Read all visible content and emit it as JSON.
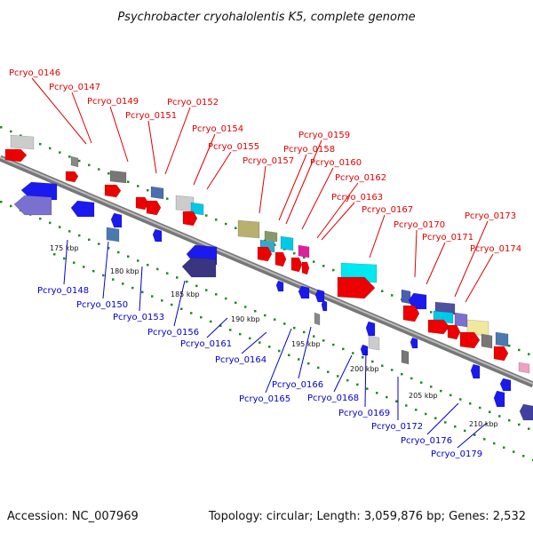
{
  "title": "Psychrobacter cryohalolentis K5, complete genome",
  "footer": {
    "accession": "Accession: NC_007969",
    "summary": "Topology: circular; Length: 3,059,876 bp; Genes: 2,532"
  },
  "colors": {
    "forward_strand": "#ee0000",
    "reverse_strand": "#1a1aee",
    "forward_label": "#e00000",
    "reverse_label": "#0000cc",
    "backbone": "#888888",
    "scale_dots": "#228b22"
  },
  "scale_ticks": [
    "175 kbp",
    "180 kbp",
    "185 kbp",
    "190 kbp",
    "195 kbp",
    "200 kbp",
    "205 kbp",
    "210 kbp"
  ],
  "top_labels": [
    "Pcryo_0146",
    "Pcryo_0147",
    "Pcryo_0149",
    "Pcryo_0151",
    "Pcryo_0152",
    "Pcryo_0154",
    "Pcryo_0155",
    "Pcryo_0157",
    "Pcryo_0158",
    "Pcryo_0159",
    "Pcryo_0160",
    "Pcryo_0162",
    "Pcryo_0163",
    "Pcryo_0167",
    "Pcryo_0170",
    "Pcryo_0171",
    "Pcryo_0173",
    "Pcryo_0174"
  ],
  "bottom_labels": [
    "Pcryo_0148",
    "Pcryo_0150",
    "Pcryo_0153",
    "Pcryo_0156",
    "Pcryo_0161",
    "Pcryo_0164",
    "Pcryo_0165",
    "Pcryo_0166",
    "Pcryo_0168",
    "Pcryo_0169",
    "Pcryo_0172",
    "Pcryo_0176",
    "Pcryo_0179"
  ]
}
